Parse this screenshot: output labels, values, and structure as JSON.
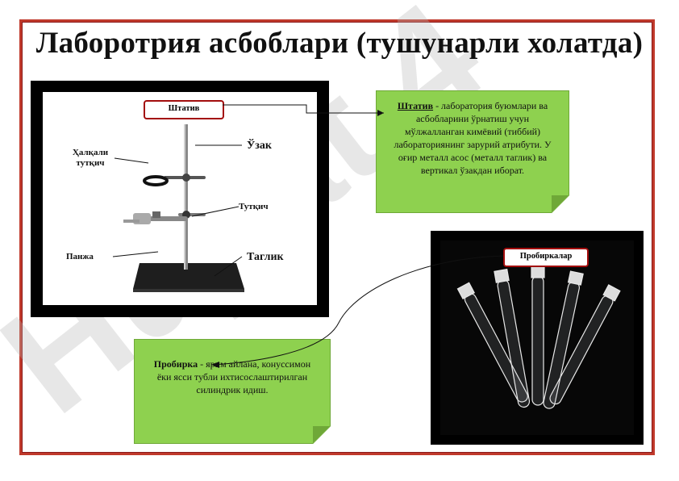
{
  "title": "Лаборотрия асбоблари (тушунарли холатда)",
  "watermark": "Hujjat 4",
  "stand_panel": {
    "header": "Штатив",
    "labels": {
      "ring_holder": "Ҳалқали тутқич",
      "rod": "Ўзак",
      "clamp_holder": "Тутқич",
      "claw": "Панжа",
      "base": "Таглик"
    }
  },
  "stand_note": {
    "term": "Штатив",
    "text": " - лаборатория буюмлари ва асбобларини ўрнатиш учун мўлжалланган кимёвий (тиббий) лабораториянинг зарурий атрибути. У оғир металл асос (металл таглик) ва вертикал ўзакдан иборат."
  },
  "tubes_panel": {
    "header": "Пробиркалар"
  },
  "tube_note": {
    "term": "Пробирка",
    "text": " - ярим айлана, конуссимон ёки ясси тубли ихтисослаштирилган силиндрик идиш."
  },
  "colors": {
    "frame": "#c0392b",
    "note_bg": "#8ed14f",
    "label_border": "#a30d0d"
  }
}
